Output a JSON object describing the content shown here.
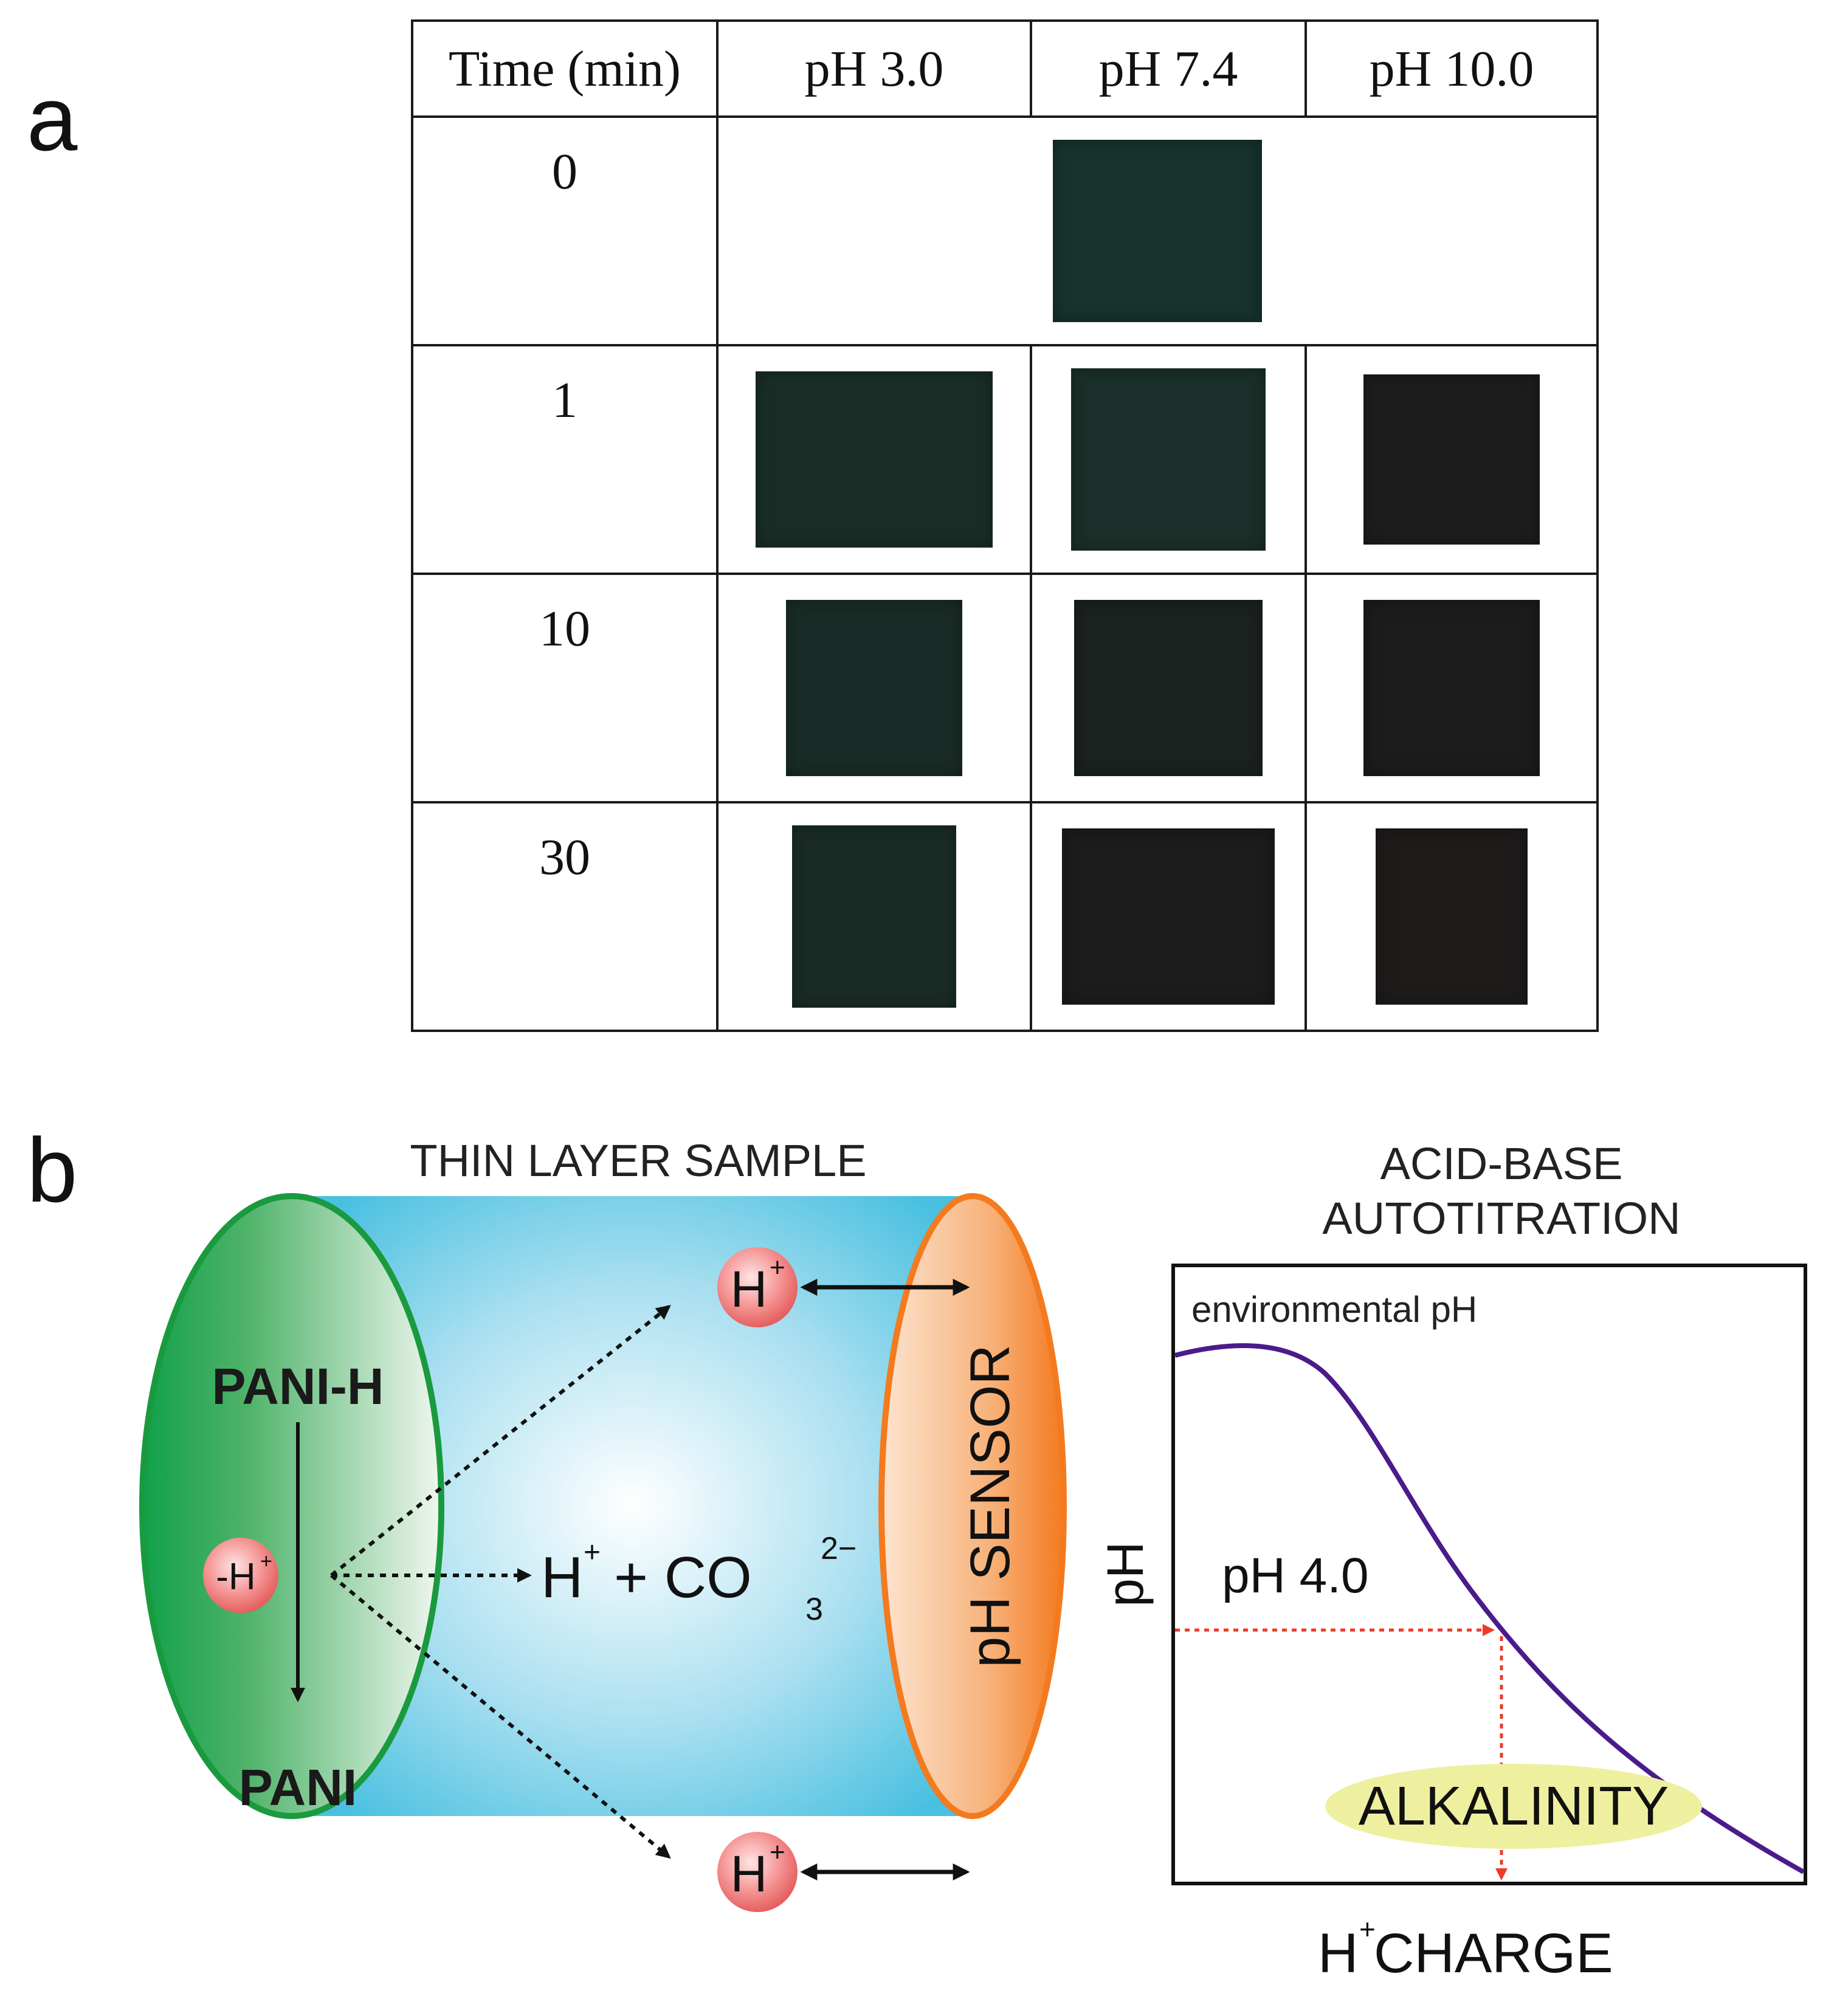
{
  "panel_a": {
    "label": "a",
    "headers": [
      "Time (min)",
      "pH 3.0",
      "pH 7.4",
      "pH 10.0"
    ],
    "rows": [
      {
        "time": "0"
      },
      {
        "time": "1"
      },
      {
        "time": "10"
      },
      {
        "time": "30"
      }
    ]
  },
  "panel_b": {
    "label": "b",
    "sample_title": "THIN LAYER SAMPLE",
    "titration_title_line1": "ACID-BASE",
    "titration_title_line2": "AUTOTITRATION",
    "pani_h": "PANI-H",
    "pani": "PANI",
    "minus_h": "-H",
    "h_plus": "H",
    "reaction_h": "H",
    "reaction_plus": "+ CO",
    "reaction_sub": "3",
    "reaction_sup": "2−",
    "sensor_label": "pH SENSOR",
    "curve_label": "environmental pH",
    "y_axis_label": "pH",
    "x_axis_label_h": "H",
    "x_axis_label_rest": " CHARGE",
    "ph_marker": "pH 4.0",
    "alkalinity": "ALKALINITY",
    "plus_sign": "+"
  },
  "colors": {
    "pani_green": "#1a9a3e",
    "sample_blue": "#4fc3e0",
    "sensor_orange": "#f47a1f",
    "curve_purple": "#4b1b8c",
    "marker_red": "#ee3a2a",
    "alkalinity_fill": "#eef0a0"
  }
}
